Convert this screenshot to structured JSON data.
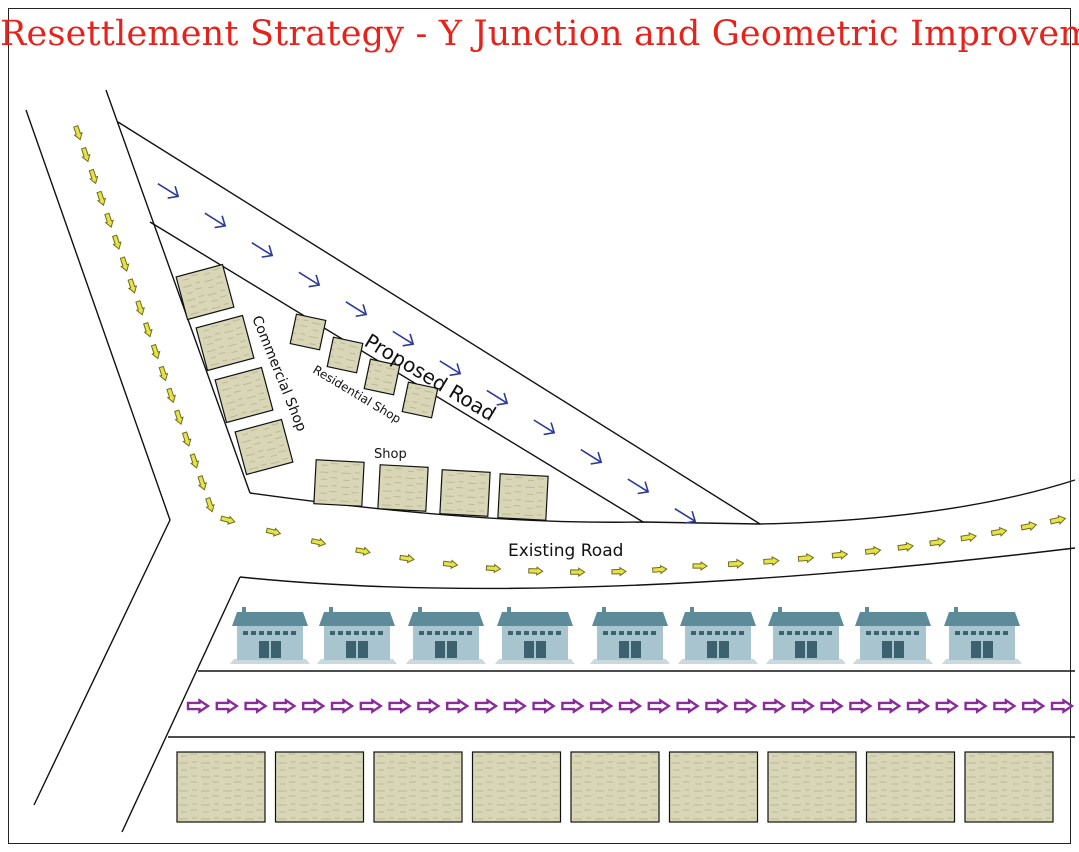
{
  "title": "Resettlement Strategy - Y Junction and Geometric Improvements",
  "labels": {
    "proposed_road": "Proposed Road",
    "existing_road": "Existing Road",
    "commercial_shop": "Commercial Shop",
    "residential_shop": "Residential Shop",
    "shop": "Shop"
  },
  "colors": {
    "title": "#e8211b",
    "proposed_arrows": "#2b3a9c",
    "existing_arrows": "#e5e34a",
    "service_arrows": "#8a2b9a",
    "plot_fill": "#d8d6b6",
    "building_roof": "#5e8b99",
    "building_wall": "#a8c4cf"
  },
  "icons": {
    "arrow": "arrow-icon",
    "building": "building-icon",
    "plot": "plot-icon"
  }
}
